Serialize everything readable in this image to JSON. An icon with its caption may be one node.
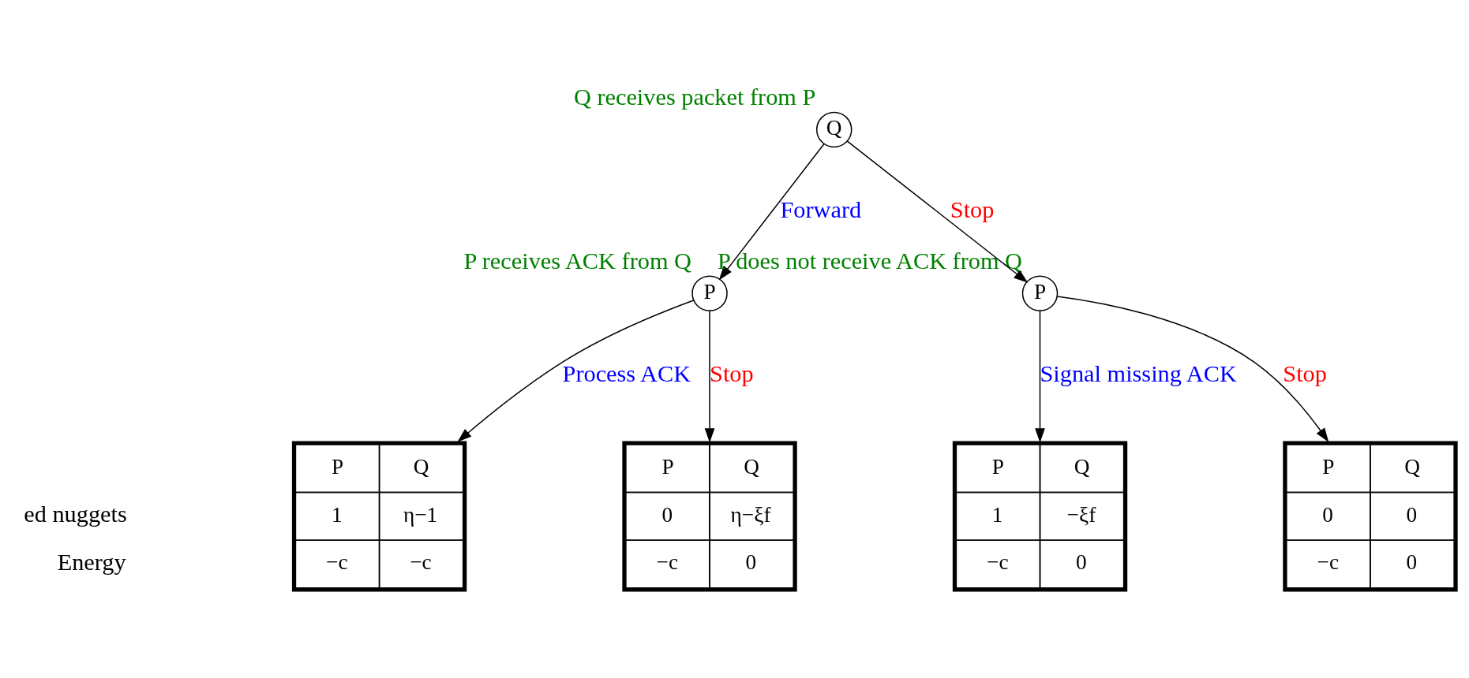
{
  "diagram": {
    "nodes": [
      {
        "text": [
          "Q"
        ],
        "beside": [
          "Q receives packet from P"
        ]
      },
      {
        "text": [
          "P"
        ],
        "beside": [
          "P receives ACK from Q"
        ]
      },
      {
        "text": [
          "P"
        ],
        "beside": [
          "P does not receive ACK from Q"
        ]
      },
      {
        "text": [
          "P",
          "Q",
          "1",
          "η−1",
          "−c",
          "−c"
        ]
      },
      {
        "text": [
          "P",
          "Q",
          "0",
          "η−ξf",
          "−c",
          "0"
        ]
      },
      {
        "text": [
          "P",
          "Q",
          "1",
          "−ξf",
          "−c",
          "0"
        ]
      },
      {
        "text": [
          "P",
          "Q",
          "0",
          "0",
          "−c",
          "0"
        ]
      }
    ],
    "edges": [
      {
        "from": 0,
        "to": 1,
        "arrow": "to",
        "label": "Forward"
      },
      {
        "from": 0,
        "to": 2,
        "arrow": "to",
        "label": "Stop"
      },
      {
        "from": 1,
        "to": 3,
        "arrow": "to",
        "label": "Process ACK"
      },
      {
        "from": 1,
        "to": 4,
        "arrow": "to",
        "label": "Stop"
      },
      {
        "from": 2,
        "to": 5,
        "arrow": "to",
        "label": "Signal missing ACK"
      },
      {
        "from": 2,
        "to": 6,
        "arrow": "to",
        "label": "Stop"
      }
    ],
    "labels": [
      "ed nuggets",
      "Energy"
    ]
  }
}
